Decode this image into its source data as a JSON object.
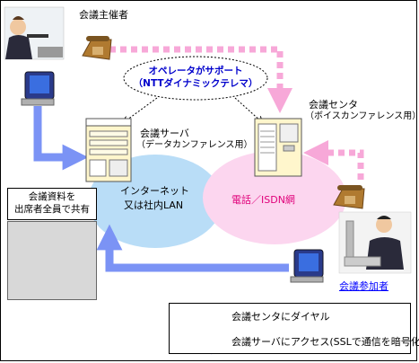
{
  "organizer": {
    "label": "会議主催者"
  },
  "callout": {
    "line1": "オペレータがサポート",
    "line2": "（NTTダイナミックテレマ）"
  },
  "conference_center": {
    "title": "会議センタ",
    "subtitle": "（ボイスカンファレンス用）"
  },
  "conference_server": {
    "title": "会議サーバ",
    "subtitle": "（データカンファレンス用）"
  },
  "internet": {
    "line1": "インターネット",
    "line2": "又は社内LAN"
  },
  "phone_network": {
    "label": "電話／ISDN網"
  },
  "shared_docs": {
    "line1": "会議資料を",
    "line2": "出席者全員で共有"
  },
  "participant": {
    "label": "会議参加者"
  },
  "legend": {
    "dial_label": "会議センタにダイヤル",
    "access_label": "会議サーバにアクセス(SSLで通信を暗号化)"
  },
  "colors": {
    "pink_arrow": "#f7a8d8",
    "blue_arrow": "#7b93f5",
    "internet_fill": "#b9ddf7",
    "phone_fill": "#fcd6ef",
    "callout_text": "#0000cc",
    "phone_text": "#e0007a",
    "participant_text": "#0000ff"
  }
}
